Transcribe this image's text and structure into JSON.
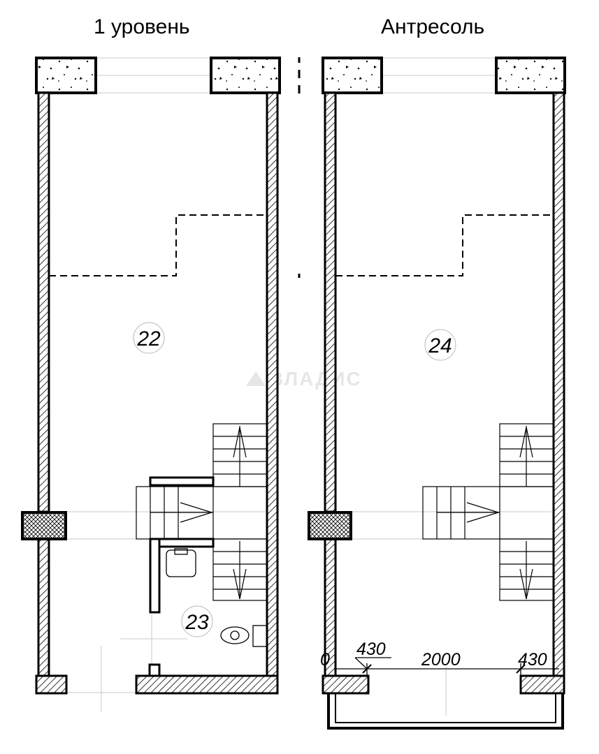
{
  "titles": {
    "left": "1 уровень",
    "right": "Антресоль"
  },
  "rooms": {
    "r22": "22",
    "r23": "23",
    "r24": "24"
  },
  "dimensions": {
    "d1": "430",
    "d2": "2000",
    "d3": "430",
    "d0": "0"
  },
  "watermark": "ВЛАДИС",
  "colors": {
    "line": "#000000",
    "thin": "#bfbfbf",
    "watermark": "#e6e6e6"
  }
}
